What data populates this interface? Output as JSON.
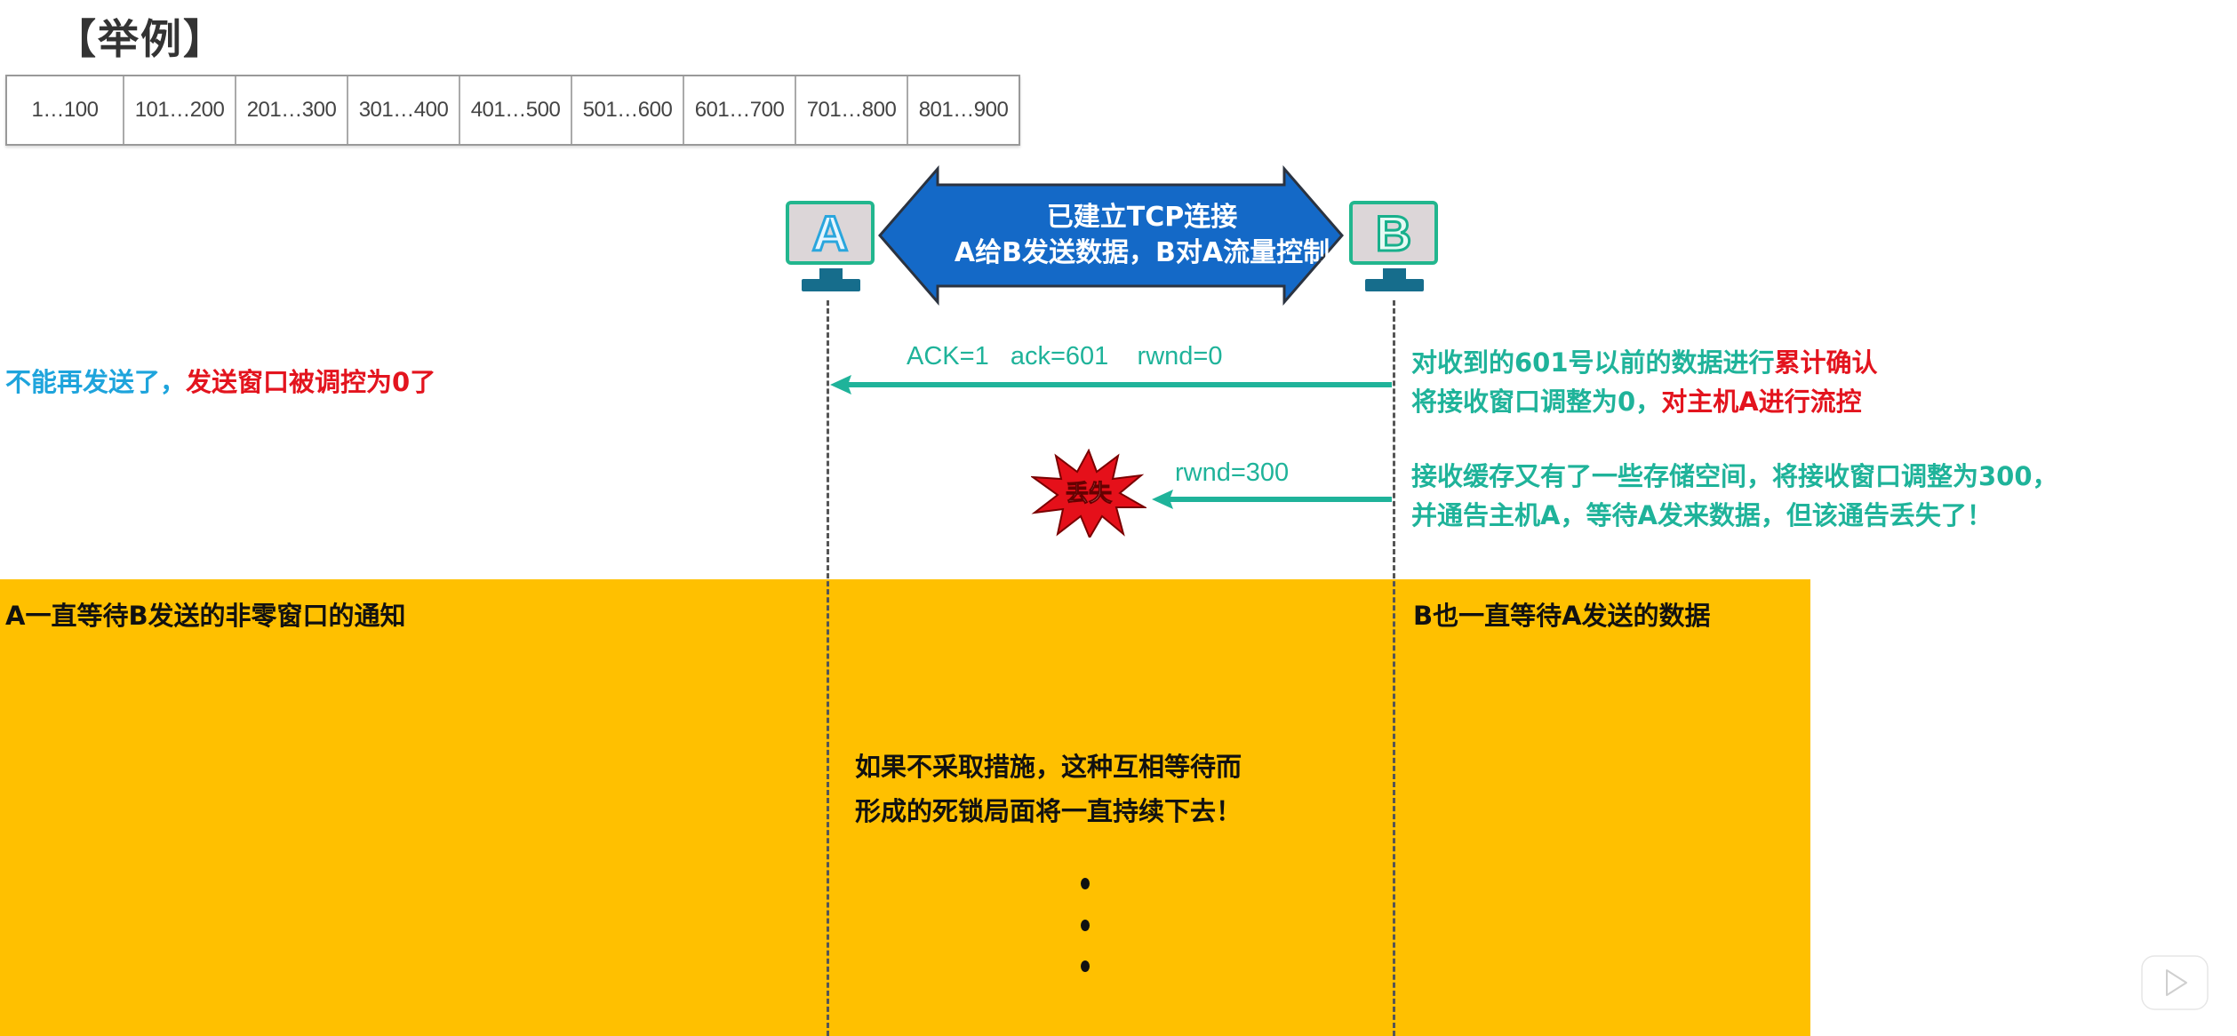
{
  "title": "【举例】",
  "sequence_table": {
    "cells": [
      "1…100",
      "101…200",
      "201…300",
      "301…400",
      "401…500",
      "501…600",
      "601…700",
      "701…800",
      "801…900"
    ]
  },
  "hosts": {
    "a": {
      "label": "A"
    },
    "b": {
      "label": "B"
    }
  },
  "connection_banner": {
    "line1": "已建立TCP连接",
    "line2": "A给B发送数据，B对A流量控制"
  },
  "messages": [
    {
      "label": "ACK=1   ack=601    rwnd=0",
      "direction": "B->A",
      "status": "delivered"
    },
    {
      "label": "rwnd=300",
      "direction": "B->A",
      "status": "lost",
      "lost_badge": "丢失"
    }
  ],
  "notes": {
    "a_side_1": {
      "part1": "不能再发送了，",
      "part2": "发送窗口被调控为0了"
    },
    "b_side_1": {
      "line1_part1": "对收到的601号以前的数据进行",
      "line1_part2": "累计确认",
      "line2_part1": "将接收窗口调整为0，",
      "line2_part2": "对主机A进行流控"
    },
    "b_side_2": {
      "line1": "接收缓存又有了一些存储空间，将接收窗口调整为300，",
      "line2": "并通告主机A，等待A发来数据，但该通告丢失了！"
    }
  },
  "deadlock": {
    "a_wait": "A一直等待B发送的非零窗口的通知",
    "b_wait": "B也一直等待A发送的数据",
    "center_line1": "如果不采取措施，这种互相等待而",
    "center_line2": "形成的死锁局面将一直持续下去！",
    "ellipsis_dots": 3
  },
  "colors": {
    "teal": "#1fb39a",
    "red": "#e3141e",
    "blue_text": "#1ea4dc",
    "banner_blue": "#1469c7",
    "deadlock_bg": "#ffc000"
  },
  "watermark": {
    "icon": "bilibili-tv-icon"
  }
}
